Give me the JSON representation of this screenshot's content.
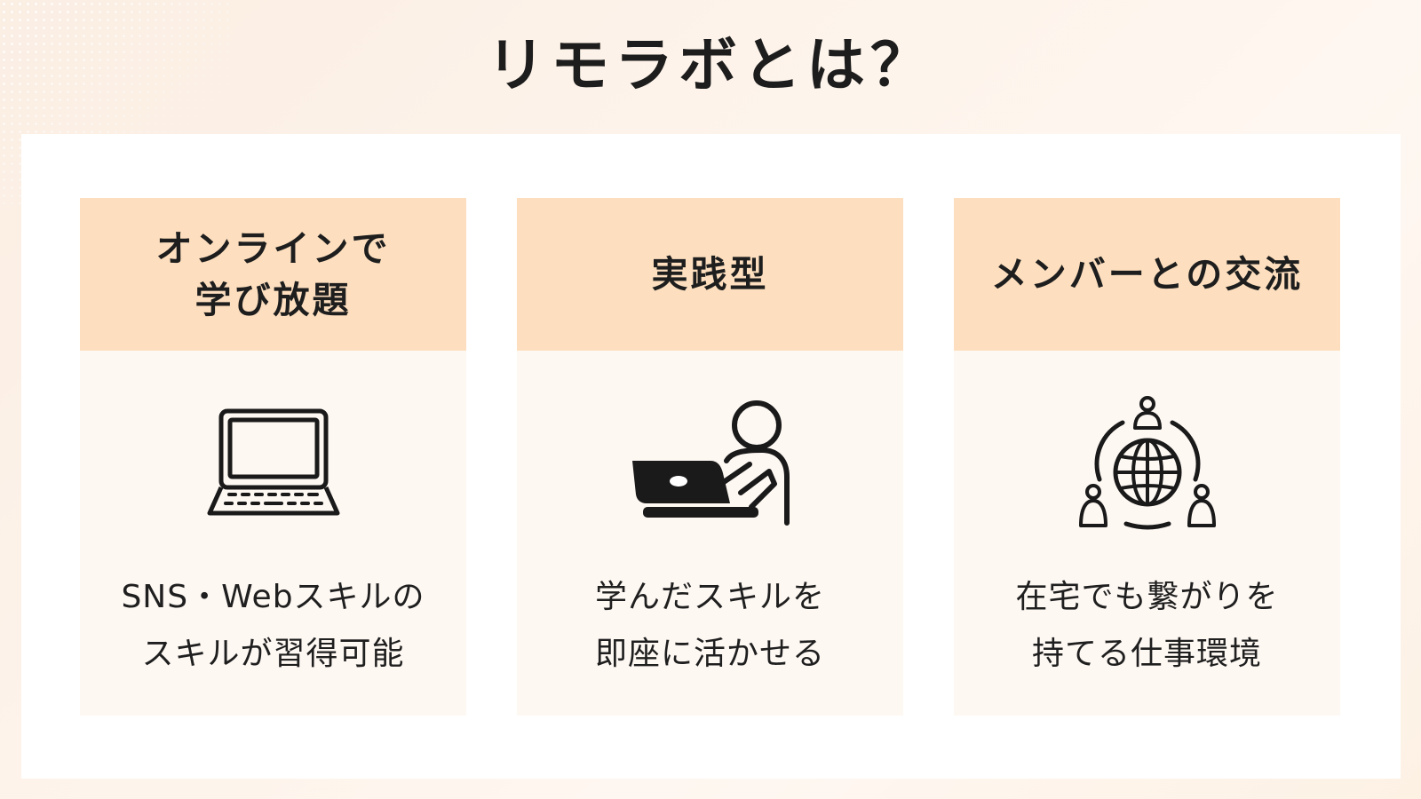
{
  "title": "リモラボとは？",
  "cards": [
    {
      "title_lines": [
        "オンラインで",
        "学び放題"
      ],
      "icon": "laptop-icon",
      "desc_lines": [
        "SNS・Webスキルの",
        "スキルが習得可能"
      ]
    },
    {
      "title_lines": [
        "実践型"
      ],
      "icon": "person-at-laptop-icon",
      "desc_lines": [
        "学んだスキルを",
        "即座に活かせる"
      ]
    },
    {
      "title_lines": [
        "メンバーとの交流"
      ],
      "icon": "global-network-icon",
      "desc_lines": [
        "在宅でも繋がりを",
        "持てる仕事環境"
      ]
    }
  ],
  "colors": {
    "card_header": "#fddfbf",
    "card_body": "#fef8f3",
    "panel": "#ffffff",
    "text": "#1f1f1f"
  }
}
